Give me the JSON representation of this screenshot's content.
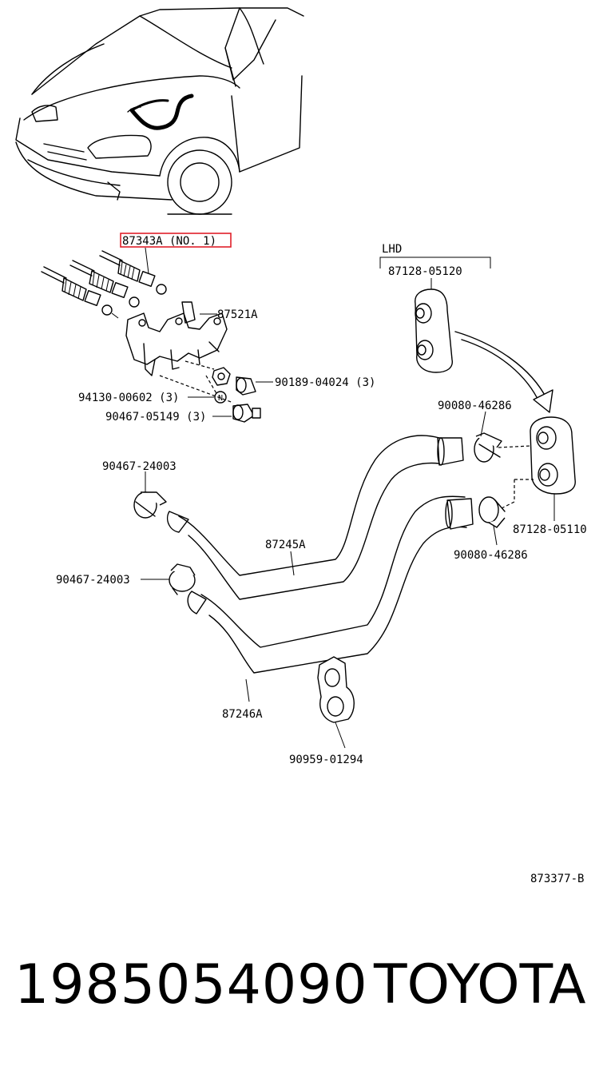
{
  "diagram": {
    "region_label": "LHD",
    "highlight_color": "#e0202a",
    "labels": {
      "p87343A": "87343A (NO. 1)",
      "p87521A": "87521A",
      "p90189": "90189-04024 (3)",
      "p94130": "94130-00602 (3)",
      "p90467_05149": "90467-05149 (3)",
      "p87128_05120": "87128-05120",
      "p90080_top": "90080-46286",
      "p90467_24003_top": "90467-24003",
      "p87245A": "87245A",
      "p87128_05110": "87128-05110",
      "p90080_bottom": "90080-46286",
      "p90467_24003_bottom": "90467-24003",
      "p87246A": "87246A",
      "p90959": "90959-01294",
      "drawing_ref": "873377-B",
      "nut_marker": "N"
    }
  },
  "footer": {
    "part_number": "1985054090",
    "brand": "TOYOTA"
  }
}
